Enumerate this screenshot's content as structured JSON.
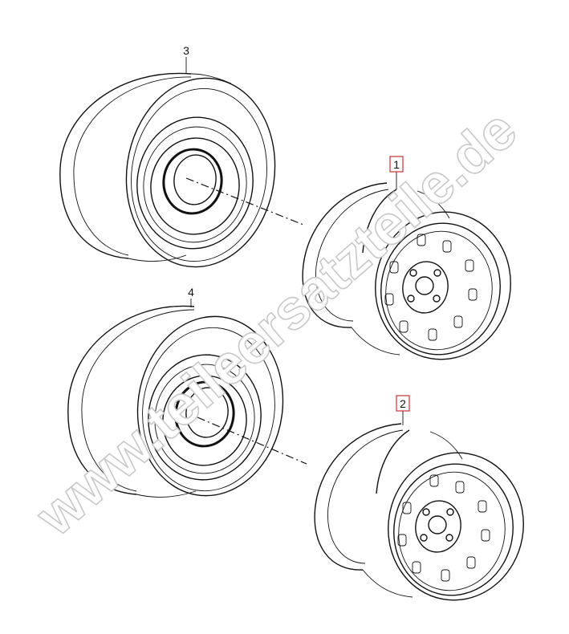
{
  "callouts": [
    {
      "id": "callout-1",
      "text": "1",
      "boxed": true,
      "box_color": "#c83232"
    },
    {
      "id": "callout-2",
      "text": "2",
      "boxed": true,
      "box_color": "#c83232"
    },
    {
      "id": "callout-3",
      "text": "3",
      "boxed": false
    },
    {
      "id": "callout-4",
      "text": "4",
      "boxed": false
    }
  ],
  "watermark": {
    "text": "www.teileersatzteile.de",
    "color": "#c8c8c8"
  }
}
